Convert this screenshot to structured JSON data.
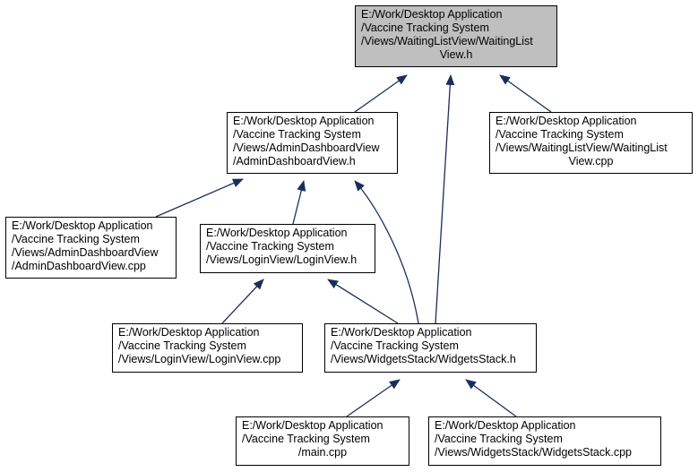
{
  "diagram": {
    "nodes": [
      {
        "id": "waitinglist_h",
        "highlight": true,
        "lines": [
          "E:/Work/Desktop Application",
          "/Vaccine Tracking System",
          "/Views/WaitingListView/WaitingList",
          "View.h"
        ]
      },
      {
        "id": "admindashboard_h",
        "lines": [
          "E:/Work/Desktop Application",
          "/Vaccine Tracking System",
          "/Views/AdminDashboardView",
          "/AdminDashboardView.h"
        ]
      },
      {
        "id": "waitinglist_cpp",
        "lines": [
          "E:/Work/Desktop Application",
          "/Vaccine Tracking System",
          "/Views/WaitingListView/WaitingList",
          "View.cpp"
        ]
      },
      {
        "id": "admindashboard_cpp",
        "lines": [
          "E:/Work/Desktop Application",
          "/Vaccine Tracking System",
          "/Views/AdminDashboardView",
          "/AdminDashboardView.cpp"
        ]
      },
      {
        "id": "loginview_h",
        "lines": [
          "E:/Work/Desktop Application",
          "/Vaccine Tracking System",
          "/Views/LoginView/LoginView.h"
        ]
      },
      {
        "id": "loginview_cpp",
        "lines": [
          "E:/Work/Desktop Application",
          "/Vaccine Tracking System",
          "/Views/LoginView/LoginView.cpp"
        ]
      },
      {
        "id": "widgetsstack_h",
        "lines": [
          "E:/Work/Desktop Application",
          "/Vaccine Tracking System",
          "/Views/WidgetsStack/WidgetsStack.h"
        ]
      },
      {
        "id": "main_cpp",
        "lines": [
          "E:/Work/Desktop Application",
          "/Vaccine Tracking System",
          "/main.cpp"
        ]
      },
      {
        "id": "widgetsstack_cpp",
        "lines": [
          "E:/Work/Desktop Application",
          "/Vaccine Tracking System",
          "/Views/WidgetsStack/WidgetsStack.cpp"
        ]
      }
    ],
    "edges": [
      {
        "from": "admindashboard_h",
        "to": "waitinglist_h"
      },
      {
        "from": "widgetsstack_h",
        "to": "waitinglist_h"
      },
      {
        "from": "waitinglist_cpp",
        "to": "waitinglist_h"
      },
      {
        "from": "admindashboard_cpp",
        "to": "admindashboard_h"
      },
      {
        "from": "loginview_h",
        "to": "admindashboard_h"
      },
      {
        "from": "widgetsstack_h",
        "to": "admindashboard_h"
      },
      {
        "from": "loginview_cpp",
        "to": "loginview_h"
      },
      {
        "from": "widgetsstack_h",
        "to": "loginview_h"
      },
      {
        "from": "main_cpp",
        "to": "widgetsstack_h"
      },
      {
        "from": "widgetsstack_cpp",
        "to": "widgetsstack_h"
      }
    ],
    "colors": {
      "highlight_fill": "#bfbfbf",
      "edge": "#1a2e5a",
      "border": "#000000"
    }
  }
}
